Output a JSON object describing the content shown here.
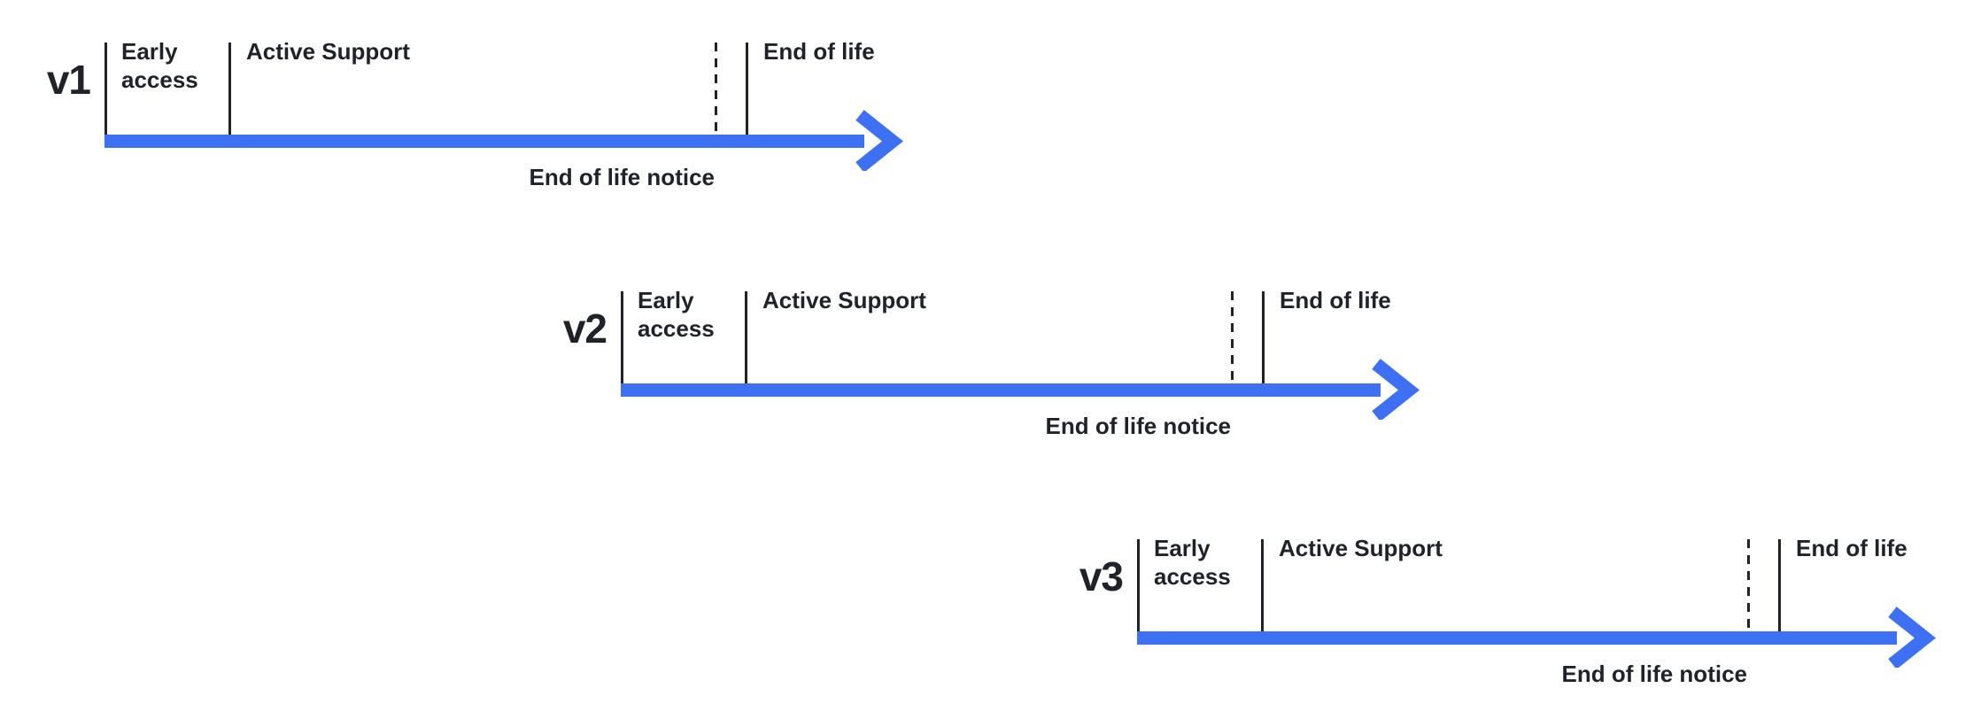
{
  "colors": {
    "arrow_blue": "#3e70f4",
    "ink": "#1f2329"
  },
  "timelines": [
    {
      "version": "v1",
      "labels": {
        "early_access": "Early access",
        "active_support": "Active Support",
        "end_of_life": "End of life",
        "end_of_life_notice": "End of life notice"
      }
    },
    {
      "version": "v2",
      "labels": {
        "early_access": "Early access",
        "active_support": "Active Support",
        "end_of_life": "End of life",
        "end_of_life_notice": "End of life notice"
      }
    },
    {
      "version": "v3",
      "labels": {
        "early_access": "Early access",
        "active_support": "Active Support",
        "end_of_life": "End of life",
        "end_of_life_notice": "End of life notice"
      }
    }
  ]
}
